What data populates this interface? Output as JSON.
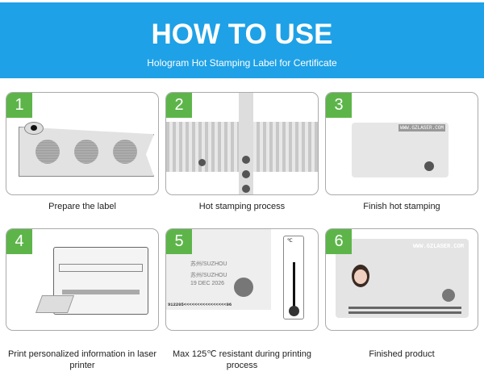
{
  "header": {
    "title": "HOW TO USE",
    "subtitle": "Hologram Hot Stamping Label for Certificate"
  },
  "accent": "#1ea1e6",
  "badge_color": "#5db54a",
  "steps": [
    {
      "number": "1",
      "caption": "Prepare the label"
    },
    {
      "number": "2",
      "caption": "Hot stamping process"
    },
    {
      "number": "3",
      "caption": "Finish hot stamping"
    },
    {
      "number": "4",
      "caption": "Print personalized information in laser printer"
    },
    {
      "number": "5",
      "caption": "Max 125℃ resistant during printing process"
    },
    {
      "number": "6",
      "caption": "Finished product"
    }
  ],
  "card_texts": {
    "watermark": "WWW.GZLASER.COM",
    "place_birth": "苏州/SUZHOU",
    "place_issue": "苏州/SUZHOU",
    "expiry": "19 DEC 2026",
    "mrz": "912205<<<<<<<<<<<<<<<<06",
    "thermo_unit": "℃"
  }
}
